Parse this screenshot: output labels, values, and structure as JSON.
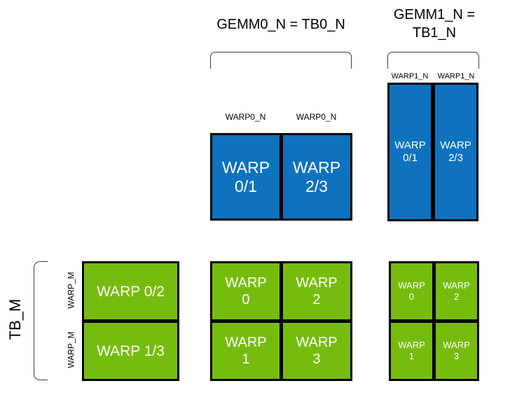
{
  "diagram": {
    "colors": {
      "blue": "#0E72BE",
      "green": "#76BC0F",
      "border": "#000000",
      "bracket": "#3f3f3f",
      "text_on_fill": "#ffffff",
      "background": "#ffffff"
    },
    "headers": {
      "gemm0": "GEMM0_N = TB0_N",
      "gemm1": "GEMM1_N =\nTB1_N"
    },
    "captions": {
      "warp0_n_left": "WARP0_N",
      "warp0_n_right": "WARP0_N",
      "warp1_n_left": "WARP1_N",
      "warp1_n_right": "WARP1_N"
    },
    "side_labels": {
      "tb_m": "TB_M",
      "warp_m_top": "WARP_M",
      "warp_m_bottom": "WARP_M"
    },
    "blue_group_0": {
      "name": "gemm0-blue-row",
      "cells": [
        {
          "label": "WARP\n0/1"
        },
        {
          "label": "WARP\n2/3"
        }
      ]
    },
    "blue_group_1": {
      "name": "gemm1-blue-row",
      "cells": [
        {
          "label": "WARP\n0/1"
        },
        {
          "label": "WARP\n2/3"
        }
      ]
    },
    "green_group_left": {
      "name": "tbm-green-column",
      "cells": [
        {
          "label": "WARP 0/2"
        },
        {
          "label": "WARP 1/3"
        }
      ]
    },
    "green_group_middle": {
      "name": "gemm0-green-grid",
      "cells": [
        {
          "label": "WARP\n0"
        },
        {
          "label": "WARP\n2"
        },
        {
          "label": "WARP\n1"
        },
        {
          "label": "WARP\n3"
        }
      ]
    },
    "green_group_right": {
      "name": "gemm1-green-grid",
      "cells": [
        {
          "label": "WARP\n0"
        },
        {
          "label": "WARP\n2"
        },
        {
          "label": "WARP\n1"
        },
        {
          "label": "WARP\n3"
        }
      ]
    }
  }
}
